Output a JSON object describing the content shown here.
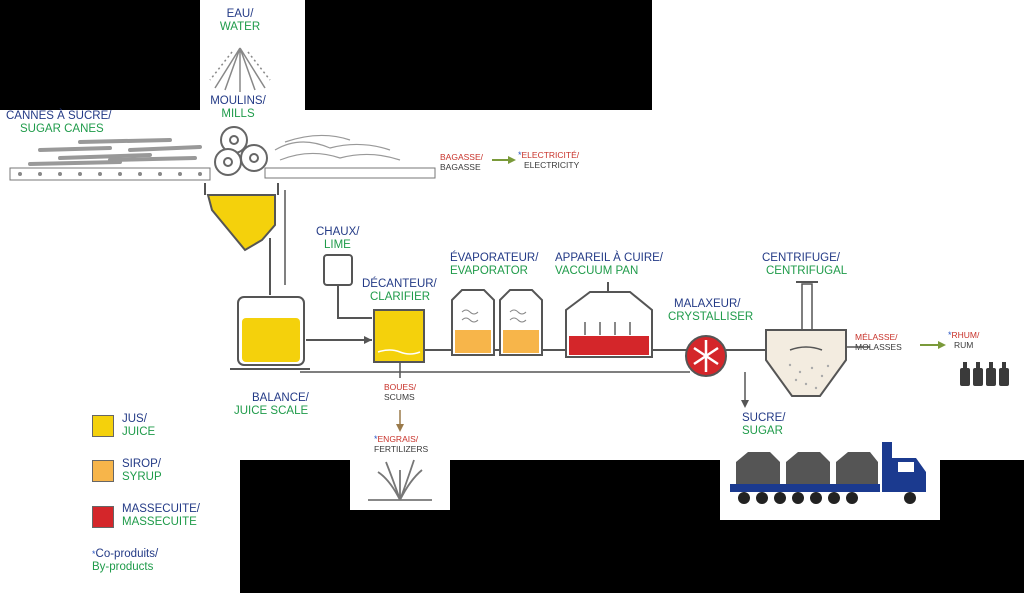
{
  "labels": {
    "water": {
      "fr": "EAU/",
      "en": "WATER"
    },
    "mills": {
      "fr": "MOULINS/",
      "en": "MILLS"
    },
    "cane": {
      "fr": "CANNES À SUCRE/",
      "en": "SUGAR CANES"
    },
    "bagasse": {
      "fr": "BAGASSE/",
      "en": "BAGASSE"
    },
    "electricity": {
      "fr": "ELECTRICITÉ/",
      "en": "ELECTRICITY"
    },
    "lime": {
      "fr": "CHAUX/",
      "en": "LIME"
    },
    "clarifier": {
      "fr": "DÉCANTEUR/",
      "en": "CLARIFIER"
    },
    "evaporator": {
      "fr": "ÉVAPORATEUR/",
      "en": "EVAPORATOR"
    },
    "vacuum_pan": {
      "fr": "APPAREIL À CUIRE/",
      "en": "VACCUUM PAN"
    },
    "crystalliser": {
      "fr": "MALAXEUR/",
      "en": "CRYSTALLISER"
    },
    "centrifugal": {
      "fr": "CENTRIFUGE/",
      "en": "CENTRIFUGAL"
    },
    "molasses": {
      "fr": "MÉLASSE/",
      "en": "MOLASSES"
    },
    "rum": {
      "fr": "RHUM/",
      "en": "RUM"
    },
    "juice_scale": {
      "fr": "BALANCE/",
      "en": "JUICE SCALE"
    },
    "scums": {
      "fr": "BOUES/",
      "en": "SCUMS"
    },
    "fertilizers": {
      "fr": "ENGRAIS/",
      "en": "FERTILIZERS"
    },
    "sugar": {
      "fr": "SUCRE/",
      "en": "SUGAR"
    }
  },
  "star": "*",
  "legend": {
    "items": [
      {
        "fr": "JUS/",
        "en": "JUICE",
        "color": "#f4d10c"
      },
      {
        "fr": "SIROP/",
        "en": "SYRUP",
        "color": "#f7b54a"
      },
      {
        "fr": "MASSECUITE/",
        "en": "MASSECUITE",
        "color": "#d4262a"
      }
    ],
    "byproducts": {
      "fr": "Co-produits/",
      "en": "By-products"
    }
  },
  "colors": {
    "juice": "#f4d10c",
    "syrup": "#f7b54a",
    "massecuite": "#d4262a",
    "truck": "#1b3a8f",
    "line": "#555555"
  }
}
